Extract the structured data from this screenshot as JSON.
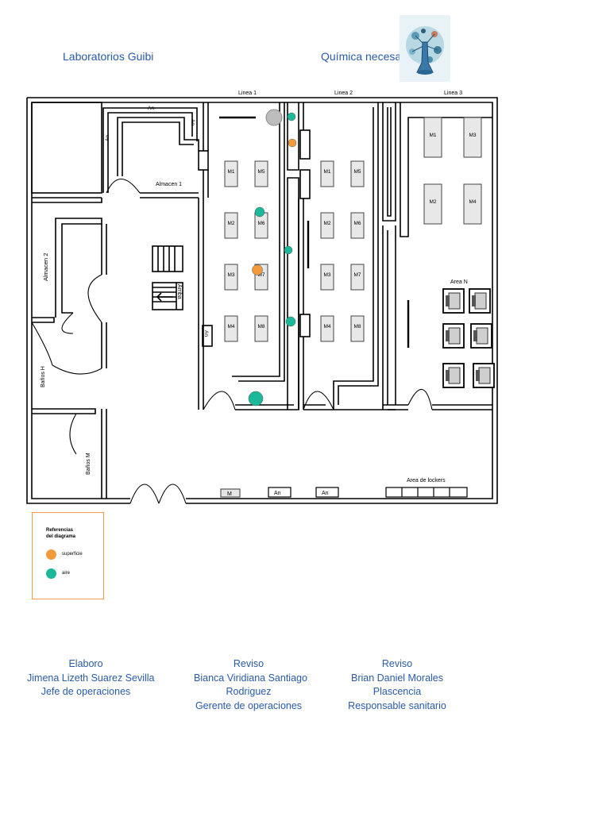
{
  "header": {
    "company": "Laboratorios Guibi",
    "tagline": "Química necesaria"
  },
  "lines": {
    "line1": "Linea 1",
    "line2": "Linea 2",
    "line3": "Linea 3"
  },
  "rooms": {
    "almacen1": "Almacen 1",
    "almacen2": "Almacen 2",
    "banos_h": "Baños H",
    "banos_m": "Baños M",
    "arriba": "Arriba",
    "area_n": "Area N",
    "lockers": "Area de lockers",
    "an": "An",
    "m": "M"
  },
  "machines": {
    "line1": [
      "M1",
      "M5",
      "M2",
      "M6",
      "M3",
      "M7",
      "M4",
      "M8"
    ],
    "line2": [
      "M1",
      "M5",
      "M2",
      "M6",
      "M3",
      "M7",
      "M4",
      "M8"
    ],
    "line3": [
      "M1",
      "M3",
      "M2",
      "M4"
    ]
  },
  "legend": {
    "title_1": "Referencias",
    "title_2": "del diagrama",
    "items": [
      {
        "label": "superficie",
        "color": "#f39a3d"
      },
      {
        "label": "aire",
        "color": "#1bb899"
      }
    ]
  },
  "colors": {
    "surface": "#f39a3d",
    "air": "#1bb899",
    "text_blue": "#2a5aa8",
    "legend_border": "#f29a4a"
  },
  "signatures": [
    {
      "role": "Elaboro",
      "lines": [
        "Jimena Lizeth Suarez Sevilla",
        "Jefe de operaciones"
      ]
    },
    {
      "role": "Reviso",
      "lines": [
        "Bianca Viridiana Santiago",
        "Rodriguez",
        "Gerente de operaciones"
      ]
    },
    {
      "role": "Reviso",
      "lines": [
        "Brian Daniel Morales",
        "Plascencia",
        "Responsable sanitario"
      ]
    }
  ]
}
